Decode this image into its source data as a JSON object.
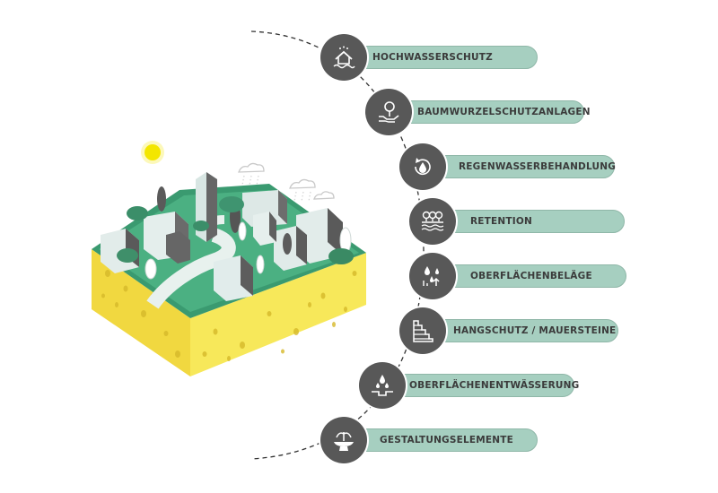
{
  "items": [
    {
      "label": "HOCHWASSERSCHUTZ",
      "icon": "house-flood-icon"
    },
    {
      "label": "BAUMWURZELSCHUTZANLAGEN",
      "icon": "hand-tree-icon"
    },
    {
      "label": "REGENWASSERBEHANDLUNG",
      "icon": "water-drop-cycle-icon"
    },
    {
      "label": "RETENTION",
      "icon": "trees-water-icon"
    },
    {
      "label": "OBERFLÄCHENBELÄGE",
      "icon": "rain-drops-surface-icon"
    },
    {
      "label": "HANGSCHUTZ / MAUERSTEINE",
      "icon": "retaining-wall-icon"
    },
    {
      "label": "OBERFLÄCHENENTWÄSSERUNG",
      "icon": "drainage-drops-icon"
    },
    {
      "label": "GESTALTUNGSELEMENTE",
      "icon": "fountain-icon"
    }
  ],
  "colors": {
    "pill": "#a6cfc0",
    "badge": "#585858",
    "sponge": "#f4e34f",
    "grass": "#3a9a70",
    "sun": "#f5ea3a"
  }
}
